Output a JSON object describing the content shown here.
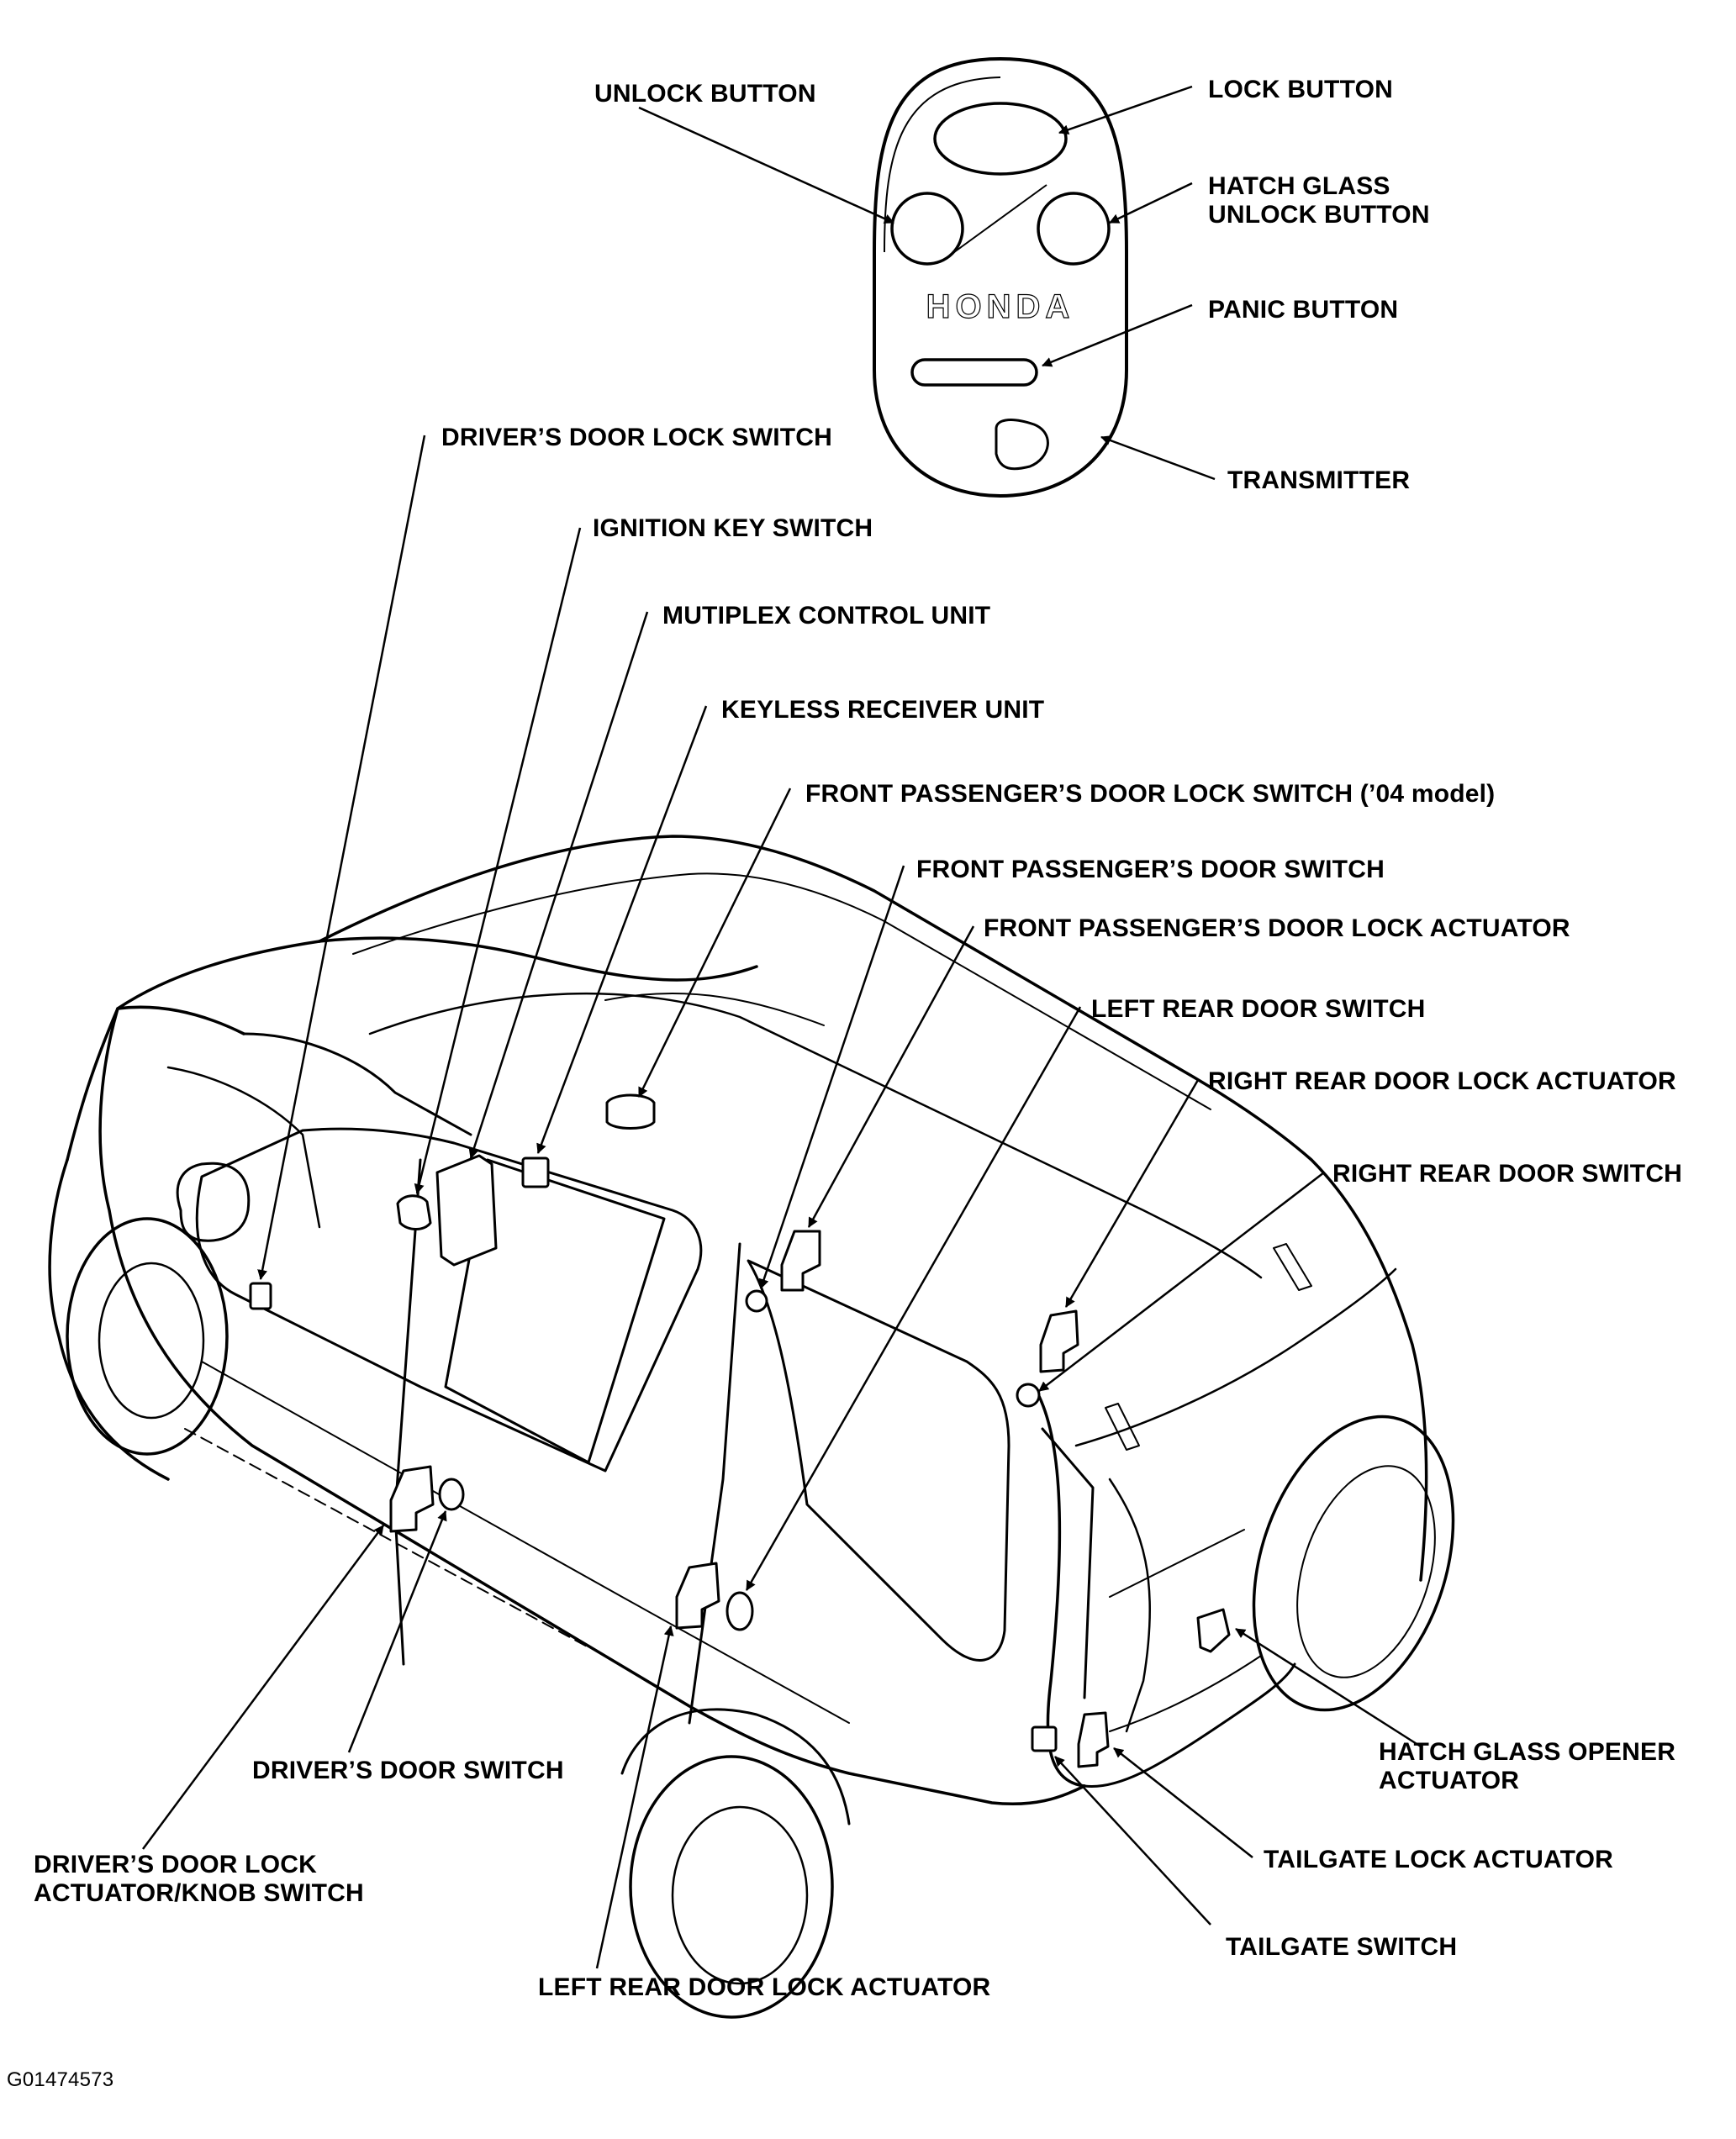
{
  "figure_id": "G01474573",
  "transmitter": {
    "brand": "HONDA"
  },
  "labels": {
    "unlock_button": "UNLOCK BUTTON",
    "lock_button": "LOCK BUTTON",
    "hatch_glass_unlock_button": [
      "HATCH GLASS",
      "UNLOCK BUTTON"
    ],
    "panic_button": "PANIC BUTTON",
    "transmitter": "TRANSMITTER",
    "drivers_door_lock_switch": "DRIVER’S DOOR LOCK SWITCH",
    "ignition_key_switch": "IGNITION KEY SWITCH",
    "multiplex_control_unit": "MUTIPLEX CONTROL UNIT",
    "keyless_receiver_unit": "KEYLESS RECEIVER UNIT",
    "front_passengers_door_lock_switch": "FRONT PASSENGER’S DOOR LOCK SWITCH (’04 model)",
    "front_passengers_door_switch": "FRONT PASSENGER’S DOOR SWITCH",
    "front_passengers_door_lock_actuator": "FRONT PASSENGER’S DOOR LOCK ACTUATOR",
    "left_rear_door_switch": "LEFT REAR DOOR SWITCH",
    "right_rear_door_lock_actuator": "RIGHT REAR DOOR LOCK ACTUATOR",
    "right_rear_door_switch": "RIGHT REAR DOOR SWITCH",
    "drivers_door_switch": "DRIVER’S DOOR SWITCH",
    "drivers_door_lock_actuator_knob_switch": [
      "DRIVER’S DOOR LOCK",
      "ACTUATOR/KNOB SWITCH"
    ],
    "left_rear_door_lock_actuator": "LEFT REAR DOOR LOCK ACTUATOR",
    "hatch_glass_opener_actuator": [
      "HATCH GLASS OPENER",
      "ACTUATOR"
    ],
    "tailgate_lock_actuator": "TAILGATE LOCK ACTUATOR",
    "tailgate_switch": "TAILGATE SWITCH"
  }
}
